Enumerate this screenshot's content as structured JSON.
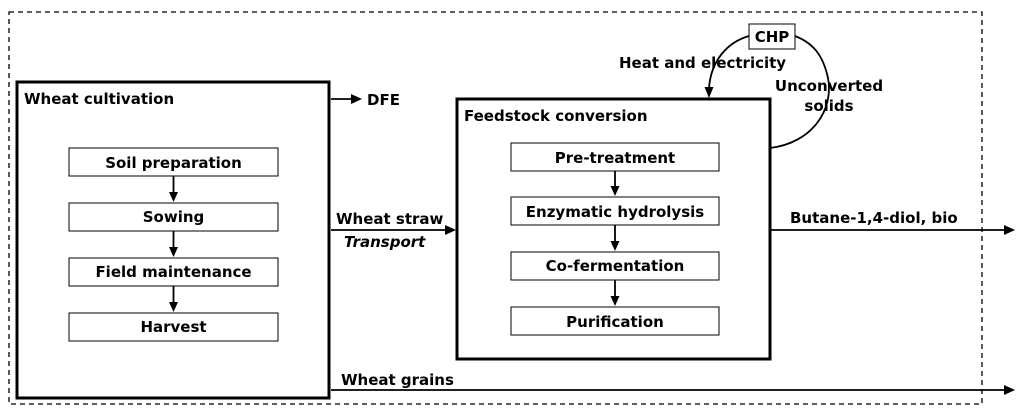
{
  "boundary": {
    "wheat_cultivation": {
      "title": "Wheat cultivation",
      "steps": [
        "Soil preparation",
        "Sowing",
        "Field maintenance",
        "Harvest"
      ]
    },
    "feedstock_conversion": {
      "title": "Feedstock conversion",
      "steps": [
        "Pre-treatment",
        "Enzymatic hydrolysis",
        "Co-fermentation",
        "Purification"
      ]
    },
    "chp": {
      "label": "CHP",
      "output_label": "Heat and electricity",
      "input_label_line1": "Unconverted",
      "input_label_line2": "solids"
    }
  },
  "flows": {
    "dfe": "DFE",
    "wheat_straw": "Wheat straw",
    "transport": "Transport",
    "product": "Butane-1,4-diol, bio",
    "wheat_grains": "Wheat grains"
  }
}
